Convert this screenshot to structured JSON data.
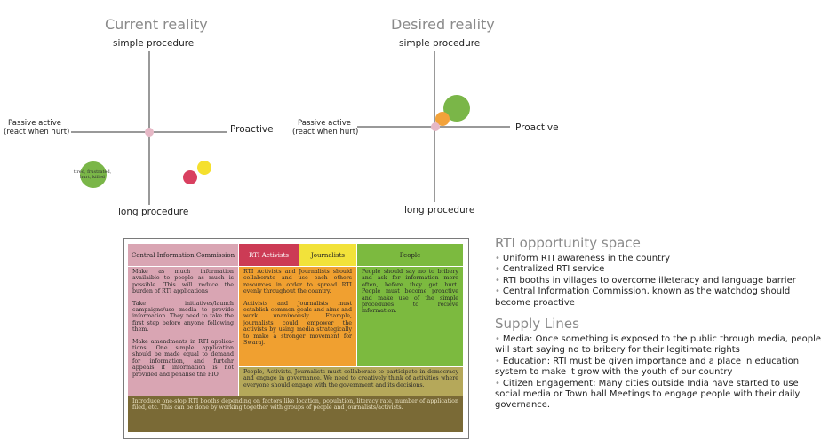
{
  "charts": {
    "current": {
      "title": "Current reality",
      "axis_top": "simple procedure",
      "axis_bottom": "long procedure",
      "axis_left_line1": "Passive active",
      "axis_left_line2": "(react when hurt)",
      "axis_right": "Proactive",
      "bubble_note": "tired, frustrated, hurt, killed"
    },
    "desired": {
      "title": "Desired reality",
      "axis_top": "simple procedure",
      "axis_bottom": "long procedure",
      "axis_left_line1": "Passive active",
      "axis_left_line2": "(react when hurt)",
      "axis_right": "Proactive"
    }
  },
  "colors": {
    "green": "#7ab648",
    "yellow": "#f5e02e",
    "red": "#d94060",
    "pink": "#e6b8c6",
    "orange": "#f2a23a",
    "cic_pink": "#d9a5b3",
    "activists_red": "#cc3b55",
    "journalists_yellow": "#f2e23a",
    "people_green": "#7cba3f",
    "orange_cell": "#f0a030",
    "olive_cell": "#b5a85a",
    "dark_olive": "#7a6a36"
  },
  "table": {
    "headers": {
      "cic": "Central Information Commission",
      "activists": "RTI Activists",
      "journalists": "Journalists",
      "people": "People"
    },
    "cic_paragraphs": [
      "Make as much information availaible to people as much is possible. This will reduce the burden of RTI applications",
      "Take initiatives/launch campaigns/use media to provide information. They need to take the first step before anyone following them.",
      "Make amendments in RTI applica- tions. One simple application should be made equal to demand for information, and furtehr appeals if information is not provided and penalise the PIO"
    ],
    "activists_paragraphs": [
      "RTI Activists and Journalists should collaborate and use each others resources in order to spread RTI evenly throughout the country.",
      "Activists and Journalists must establish common goals and aims and work unanimously. Example, journalists could empower the activists by using media strategically to make a stronger movement for Swaraj."
    ],
    "people_paragraph": "People should say no to bribery and ask for information more often, before they get hurt. People must become proactive and make use of the simple procedures to recieve information.",
    "collab_row": "People, Activists, Journalists must collaborate to participate in democracy and engage in governance. We need to creatively think of activities where everyone should engage with the government and its decisions.",
    "bottom_row": "Introduce one-stop RTI booths depending on factors like location, population, literacy rate, number of application filed, etc. This can be done by working together with groups of people and journalists/activists."
  },
  "right_panel": {
    "opportunity_title": "RTI opportunity space",
    "opportunity_items": [
      "Uniform RTI awareness in the country",
      "Centralized RTI service",
      "RTI booths in villages to overcome illeteracy and language barrier",
      "Central Information Commission, known as the watchdog should become proactive"
    ],
    "supply_title": "Supply Lines",
    "supply_items": [
      "Media: Once something is exposed to the public through media, people will start saying no to bribery for their legitimate rights",
      "Education: RTI must be given importance and a place in education system to make it grow with the youth of our country",
      "Citizen Engagement: Many cities outside India have started to use social media or Town hall Meetings to engage people with their daily governance."
    ],
    "bullet": "•"
  }
}
